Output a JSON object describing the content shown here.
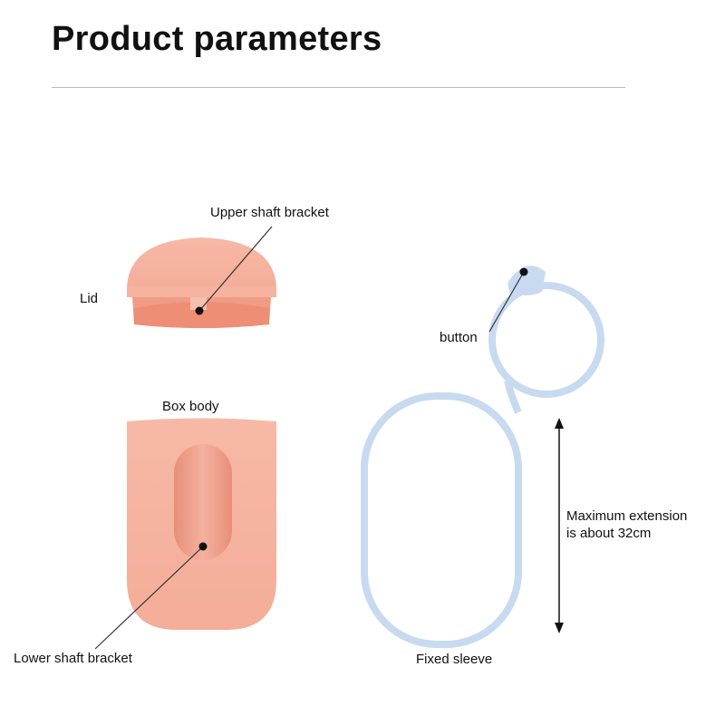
{
  "header": {
    "title": "Product parameters"
  },
  "labels": {
    "upper_shaft_bracket": "Upper shaft bracket",
    "lid": "Lid",
    "box_body": "Box body",
    "lower_shaft_bracket": "Lower shaft bracket",
    "button": "button",
    "max_extension_line1": "Maximum extension",
    "max_extension_line2": "is about 32cm",
    "fixed_sleeve": "Fixed sleeve"
  },
  "colors": {
    "pink": "#f6b7a4",
    "pink_dark": "#ec9d86",
    "blue": "#c7daf0"
  }
}
